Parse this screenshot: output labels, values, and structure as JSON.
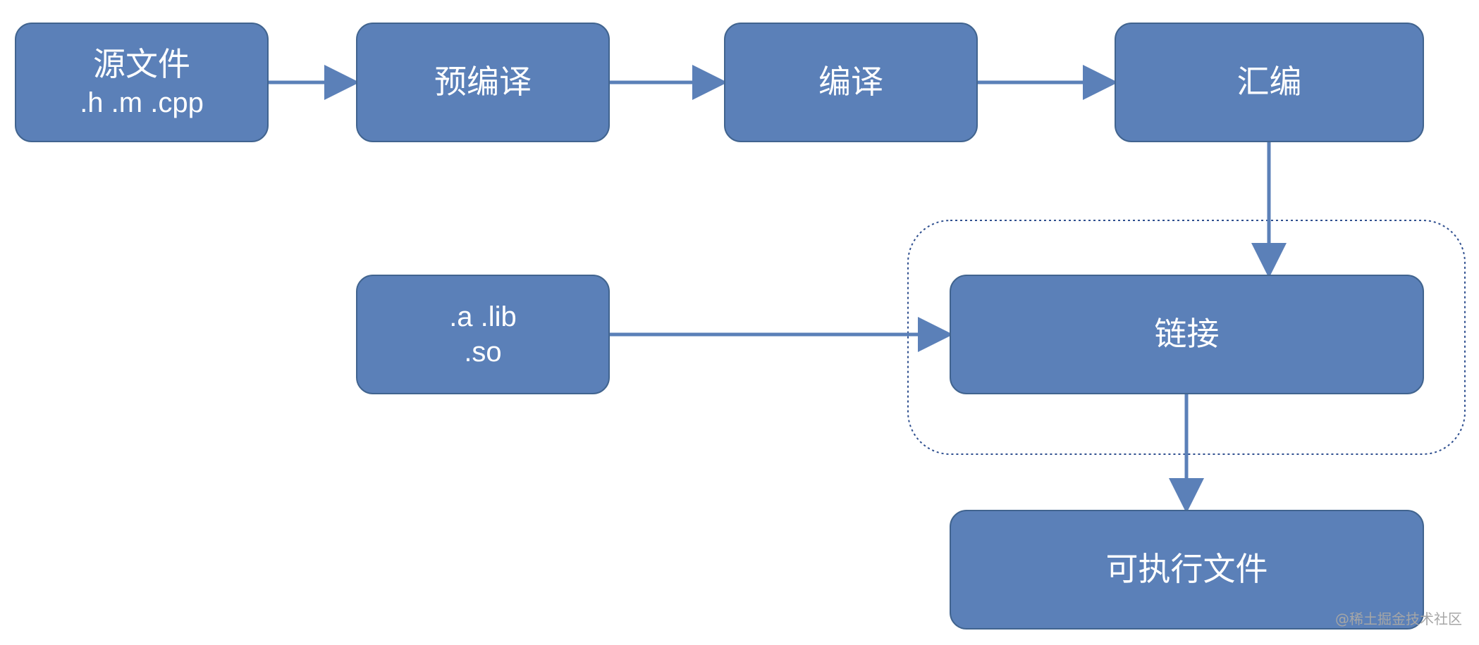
{
  "nodes": {
    "source": {
      "title": "源文件",
      "subtitle": ".h .m .cpp"
    },
    "preprocess": {
      "title": "预编译"
    },
    "compile": {
      "title": "编译"
    },
    "assemble": {
      "title": "汇编"
    },
    "libraries": {
      "line1": ".a .lib",
      "line2": ".so"
    },
    "link": {
      "title": "链接"
    },
    "executable": {
      "title": "可执行文件"
    }
  },
  "colors": {
    "node_fill": "#5b80b8",
    "node_border": "#41648f",
    "arrow": "#5b80b8",
    "highlight_border": "#2f4f8f",
    "text": "#ffffff"
  },
  "watermark": "@稀土掘金技术社区"
}
